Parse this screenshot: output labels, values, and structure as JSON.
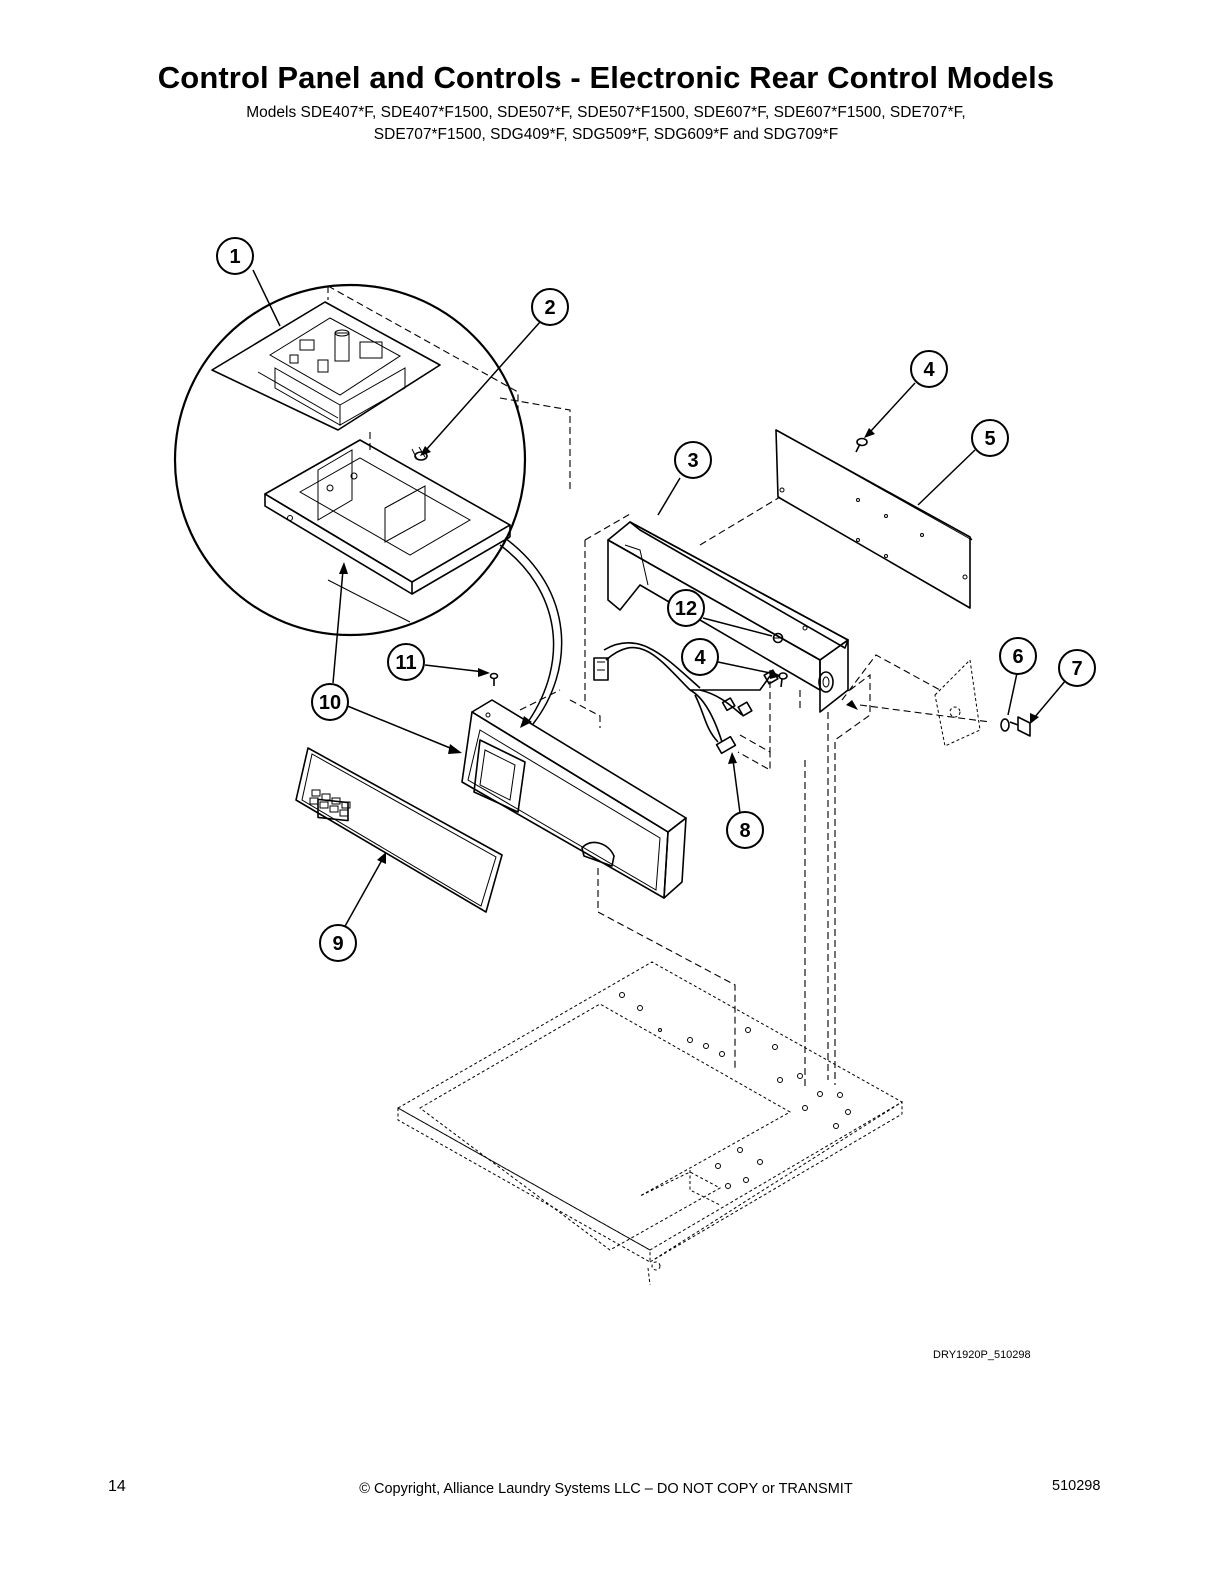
{
  "header": {
    "title": "Control Panel and Controls - Electronic Rear Control Models",
    "models_line1": "Models SDE407*F, SDE407*F1500, SDE507*F, SDE507*F1500, SDE607*F, SDE607*F1500, SDE707*F,",
    "models_line2": "SDE707*F1500, SDG409*F, SDG509*F, SDG609*F and SDG709*F"
  },
  "diagram": {
    "callouts": [
      "1",
      "2",
      "3",
      "4",
      "5",
      "4",
      "6",
      "7",
      "8",
      "9",
      "10",
      "11",
      "12"
    ],
    "drawing_code": "DRY1920P_510298"
  },
  "footer": {
    "page_number": "14",
    "copyright": "© Copyright, Alliance Laundry Systems LLC – DO NOT COPY or TRANSMIT",
    "doc_number": "510298"
  }
}
